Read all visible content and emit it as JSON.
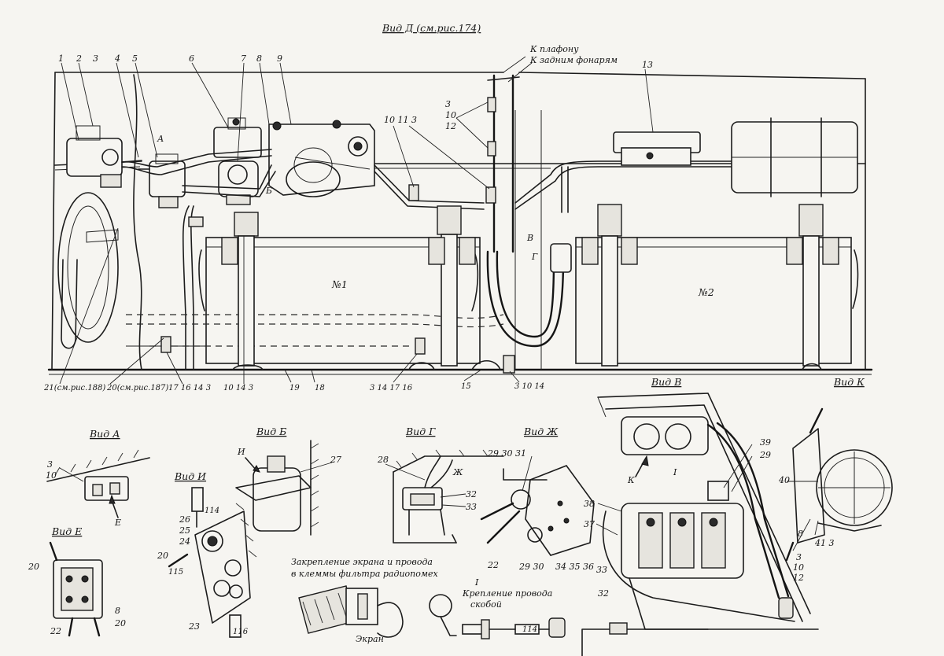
{
  "titles": {
    "main_view": "Вид Д (см.рис.174)",
    "view_a": "Вид А",
    "view_b": "Вид Б",
    "view_e": "Вид Е",
    "view_g": "Вид Г",
    "view_zh": "Вид Ж",
    "view_i": "Вид И",
    "view_v": "Вид В",
    "view_k": "Вид К"
  },
  "notes": {
    "to_lamp": "К плафону",
    "to_rear_lights": "К задним фонарям",
    "screen_fix_line1": "Закрепление экрана и провода",
    "screen_fix_line2": "в клеммы фильтра радиопомех",
    "screen": "Экран",
    "bracket_fix_line1": "Крепление провода",
    "bracket_fix_line2": "скобой",
    "roman_one": "I",
    "roman_one_b": "I"
  },
  "batteries": {
    "battery_1": "№1",
    "battery_2": "№2"
  },
  "arrows": {
    "a": "А",
    "b": "Б",
    "v": "В",
    "g": "Г",
    "e": "Е",
    "zh": "Ж",
    "i": "И",
    "k": "К"
  },
  "callouts_top": [
    "1",
    "2",
    "3",
    "4",
    "5",
    "6",
    "7",
    "8",
    "9",
    "10 11 3",
    "3",
    "10",
    "12",
    "13"
  ],
  "callouts_bottom": [
    "21(см.рис.188)",
    "20(см.рис.187)",
    "17 16 14 3",
    "10 14 3",
    "19",
    "18",
    "3 14 17 16",
    "15",
    "3 10 14"
  ],
  "callouts_lower": {
    "view_a": [
      "3",
      "10"
    ],
    "view_e": [
      "20",
      "22",
      "8",
      "20"
    ],
    "view_i": [
      "26",
      "25",
      "24",
      "20",
      "115",
      "114",
      "23",
      "116"
    ],
    "view_b": [
      "27"
    ],
    "view_g": [
      "28",
      "32",
      "33"
    ],
    "view_zh": [
      "29 30 31",
      "22",
      "29 30",
      "34 35 36"
    ],
    "view_v": [
      "38",
      "37",
      "33",
      "32",
      "39",
      "29",
      "3",
      "10",
      "12"
    ],
    "view_k": [
      "40",
      "8",
      "41 3"
    ],
    "bracket": [
      "114"
    ]
  }
}
